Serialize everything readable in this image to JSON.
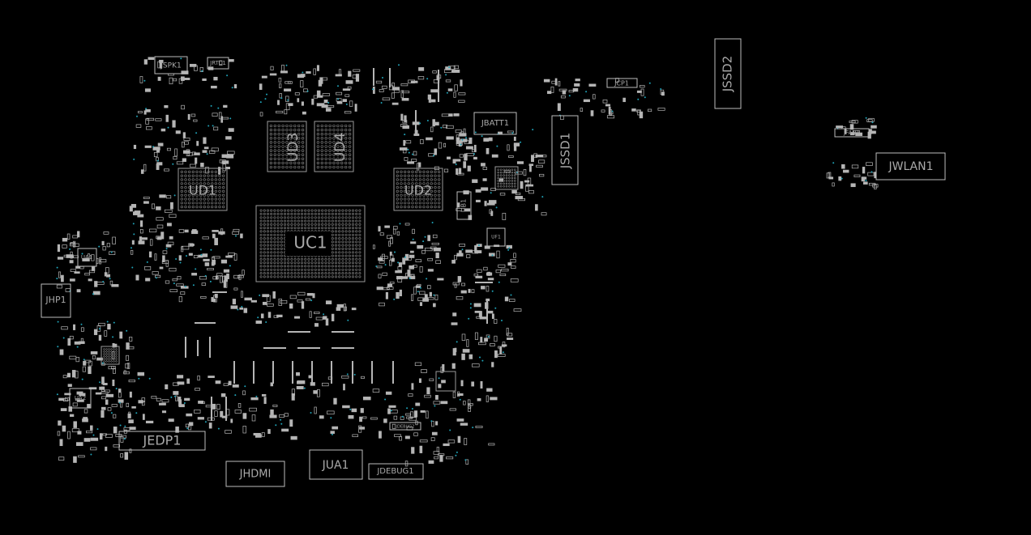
{
  "view": {
    "background": "#000000",
    "silkscreen_color": "#bdbdbd",
    "via_color": "#1fa3b8"
  },
  "components": {
    "JSPK1": "JSPK1",
    "JRTC1": "JRTC1",
    "UD3": "UD3",
    "UD4": "UD4",
    "UD1": "UD1",
    "UD2": "UD2",
    "UC1": "UC1",
    "JBATT1": "JBATT1",
    "JSSD1": "JSSD1",
    "JSSD2": "JSSD2",
    "JCP1": "JCP1",
    "JFAN1": "JFAN1",
    "JWLAN1": "JWLAN1",
    "UB1": "UB1",
    "UA1": "UA1",
    "JHP1": "JHP1",
    "UA2": "UA2",
    "JEDP1": "JEDP1",
    "JHDMI": "JHDMI",
    "JUA1": "JUA1",
    "JDEBUG1": "JDEBUG1",
    "JDEBUG2": "JDEBUG2",
    "UF1": "UF1"
  }
}
